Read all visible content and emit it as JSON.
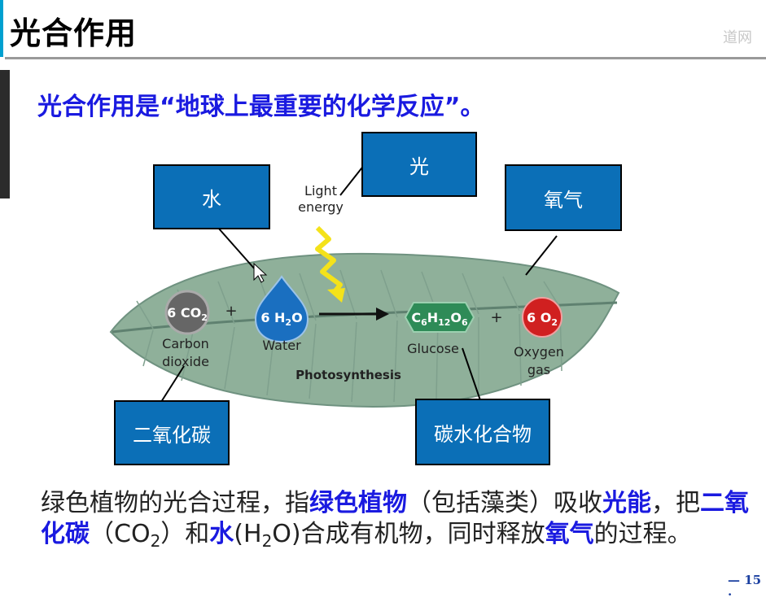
{
  "slide": {
    "title": "光合作用",
    "subtitle": "光合作用是“地球上最重要的化学反应”。",
    "watermark": "道网",
    "page_number": "— 15 ·"
  },
  "diagram": {
    "reactant1_formula": "6 CO",
    "reactant1_sub": "2",
    "reactant1_name_line1": "Carbon",
    "reactant1_name_line2": "dioxide",
    "plus1": "+",
    "reactant2_formula_a": "6 H",
    "reactant2_sub": "2",
    "reactant2_formula_b": "O",
    "reactant2_name": "Water",
    "light_line1": "Light",
    "light_line2": "energy",
    "product1_c": "C",
    "product1_c_sub": "6",
    "product1_h": "H",
    "product1_h_sub": "12",
    "product1_o": "O",
    "product1_o_sub": "6",
    "product1_name": "Glucose",
    "plus2": "+",
    "product2_formula": "6 O",
    "product2_sub": "2",
    "product2_name_line1": "Oxygen",
    "product2_name_line2": "gas",
    "process_label": "Photosynthesis",
    "labels": {
      "water": "水",
      "light": "光",
      "oxygen": "氧气",
      "co2": "二氧化碳",
      "carbohydrate": "碳水化合物"
    }
  },
  "paragraph": {
    "p1": "绿色植物的光合过程，指",
    "h1": "绿色植物",
    "p2": "（包括藻类）吸收",
    "h2": "光能",
    "p3": "，把",
    "h3": "二氧化碳",
    "p4": "（CO",
    "p4_sub": "2",
    "p5": "）和",
    "h4": "水",
    "p6": "(H",
    "p6_sub": "2",
    "p7": "O)合成有机物，同时释放",
    "h5": "氧气",
    "p8": "的过程。"
  },
  "colors": {
    "accent_blue": "#1a1ae0",
    "label_box": "#0b6fb7",
    "leaf_green": "#8fb09a",
    "co2_gray": "#666666",
    "water_blue": "#1a6fc0",
    "glucose_green": "#2e8b57",
    "oxygen_red": "#d02020"
  }
}
